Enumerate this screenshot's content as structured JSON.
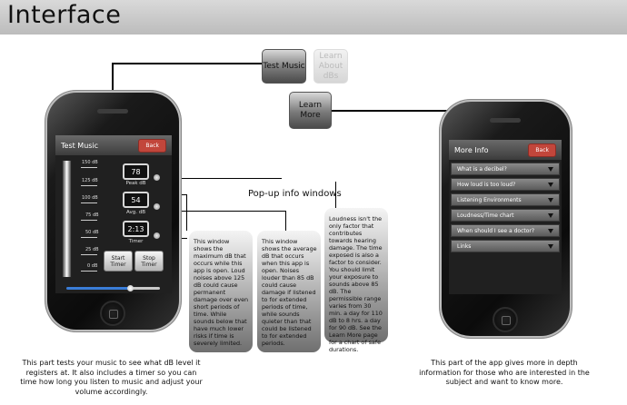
{
  "page": {
    "title": "Interface"
  },
  "top_buttons": {
    "test_music": "Test Music",
    "learn_about": "Learn About dBs",
    "learn_more": "Learn More"
  },
  "left_phone": {
    "title": "Test Music",
    "back": "Back",
    "db_labels": [
      "150 dB",
      "125 dB",
      "100 dB",
      "75 dB",
      "50 dB",
      "25 dB",
      "0 dB"
    ],
    "peak_value": "78",
    "peak_label": "Peak dB",
    "avg_value": "54",
    "avg_label": "Avg. dB",
    "timer_value": "2:13",
    "timer_label": "Timer",
    "start_timer": "Start Timer",
    "stop_timer": "Stop Timer",
    "volume_level": 0.68
  },
  "popup_label": "Pop-up info windows",
  "popups": [
    "This window shows the maximum dB that occurs while this app is open. Loud noises above 125 dB could cause permanent damage over even short periods of time. While sounds below that have much lower risks if time is severely limited.",
    "This window shows the average dB that occurs when this app is open. Noises louder than 85 dB could cause damage if listened to for extended periods of time, while sounds quieter than that could be listened to for extended periods.",
    "Loudness isn't the only factor that contributes towards hearing damage. The time exposed is also a factor to consider. You should limit your exposure to sounds above 85 dB. The permissible range varies from 30 min. a day for 110 dB to 8 hrs. a day for 90 dB. See the Learn More page for a chart of safe durations."
  ],
  "right_phone": {
    "title": "More Info",
    "back": "Back",
    "items": [
      "What is a decibel?",
      "How loud is too loud?",
      "Listening Environments",
      "Loudness/Time chart",
      "When should I see a doctor?",
      "Links"
    ]
  },
  "captions": {
    "left": "This part tests your music to see what dB level it registers at. It also includes a timer so you can time how long you listen to music and adjust your volume accordingly.",
    "right": "This part of the app gives more in depth information for those who are interested in the subject and want to know more."
  }
}
